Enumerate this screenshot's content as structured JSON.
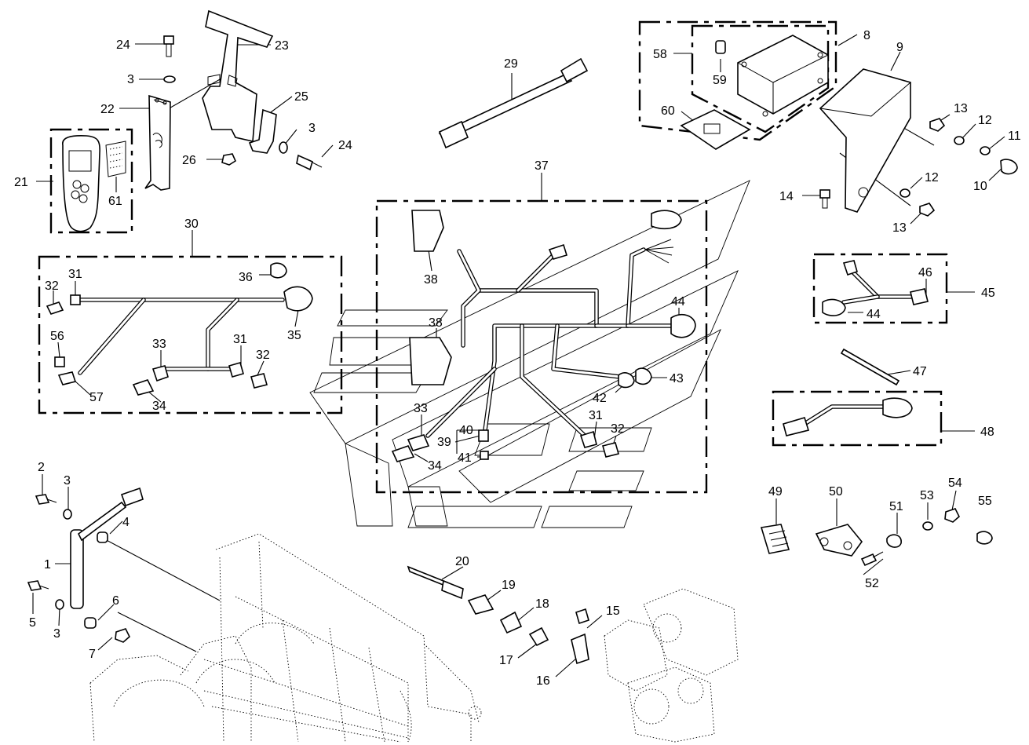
{
  "diagram": {
    "callouts": [
      {
        "id": "c1",
        "text": "1"
      },
      {
        "id": "c2",
        "text": "2"
      },
      {
        "id": "c3a",
        "text": "3"
      },
      {
        "id": "c3b",
        "text": "3"
      },
      {
        "id": "c3c",
        "text": "3"
      },
      {
        "id": "c3d",
        "text": "3"
      },
      {
        "id": "c4",
        "text": "4"
      },
      {
        "id": "c5",
        "text": "5"
      },
      {
        "id": "c6",
        "text": "6"
      },
      {
        "id": "c7",
        "text": "7"
      },
      {
        "id": "c8",
        "text": "8"
      },
      {
        "id": "c9",
        "text": "9"
      },
      {
        "id": "c10",
        "text": "10"
      },
      {
        "id": "c11",
        "text": "11"
      },
      {
        "id": "c12a",
        "text": "12"
      },
      {
        "id": "c12b",
        "text": "12"
      },
      {
        "id": "c13a",
        "text": "13"
      },
      {
        "id": "c13b",
        "text": "13"
      },
      {
        "id": "c14",
        "text": "14"
      },
      {
        "id": "c15",
        "text": "15"
      },
      {
        "id": "c16",
        "text": "16"
      },
      {
        "id": "c17",
        "text": "17"
      },
      {
        "id": "c18",
        "text": "18"
      },
      {
        "id": "c19",
        "text": "19"
      },
      {
        "id": "c20",
        "text": "20"
      },
      {
        "id": "c21",
        "text": "21"
      },
      {
        "id": "c22",
        "text": "22"
      },
      {
        "id": "c23",
        "text": "23"
      },
      {
        "id": "c24a",
        "text": "24"
      },
      {
        "id": "c24b",
        "text": "24"
      },
      {
        "id": "c25",
        "text": "25"
      },
      {
        "id": "c26",
        "text": "26"
      },
      {
        "id": "c29",
        "text": "29"
      },
      {
        "id": "c30",
        "text": "30"
      },
      {
        "id": "c31a",
        "text": "31"
      },
      {
        "id": "c31b",
        "text": "31"
      },
      {
        "id": "c31c",
        "text": "31"
      },
      {
        "id": "c32a",
        "text": "32"
      },
      {
        "id": "c32b",
        "text": "32"
      },
      {
        "id": "c32c",
        "text": "32"
      },
      {
        "id": "c33a",
        "text": "33"
      },
      {
        "id": "c33b",
        "text": "33"
      },
      {
        "id": "c34a",
        "text": "34"
      },
      {
        "id": "c34b",
        "text": "34"
      },
      {
        "id": "c35",
        "text": "35"
      },
      {
        "id": "c36",
        "text": "36"
      },
      {
        "id": "c37",
        "text": "37"
      },
      {
        "id": "c38a",
        "text": "38"
      },
      {
        "id": "c38b",
        "text": "38"
      },
      {
        "id": "c39",
        "text": "39"
      },
      {
        "id": "c40",
        "text": "40"
      },
      {
        "id": "c41",
        "text": "41"
      },
      {
        "id": "c42",
        "text": "42"
      },
      {
        "id": "c43",
        "text": "43"
      },
      {
        "id": "c44a",
        "text": "44"
      },
      {
        "id": "c44b",
        "text": "44"
      },
      {
        "id": "c45",
        "text": "45"
      },
      {
        "id": "c46",
        "text": "46"
      },
      {
        "id": "c47",
        "text": "47"
      },
      {
        "id": "c48",
        "text": "48"
      },
      {
        "id": "c49",
        "text": "49"
      },
      {
        "id": "c50",
        "text": "50"
      },
      {
        "id": "c51",
        "text": "51"
      },
      {
        "id": "c52",
        "text": "52"
      },
      {
        "id": "c53",
        "text": "53"
      },
      {
        "id": "c54",
        "text": "54"
      },
      {
        "id": "c55",
        "text": "55"
      },
      {
        "id": "c56",
        "text": "56"
      },
      {
        "id": "c57",
        "text": "57"
      },
      {
        "id": "c58",
        "text": "58"
      },
      {
        "id": "c59",
        "text": "59"
      },
      {
        "id": "c60",
        "text": "60"
      },
      {
        "id": "c61",
        "text": "61"
      }
    ]
  }
}
